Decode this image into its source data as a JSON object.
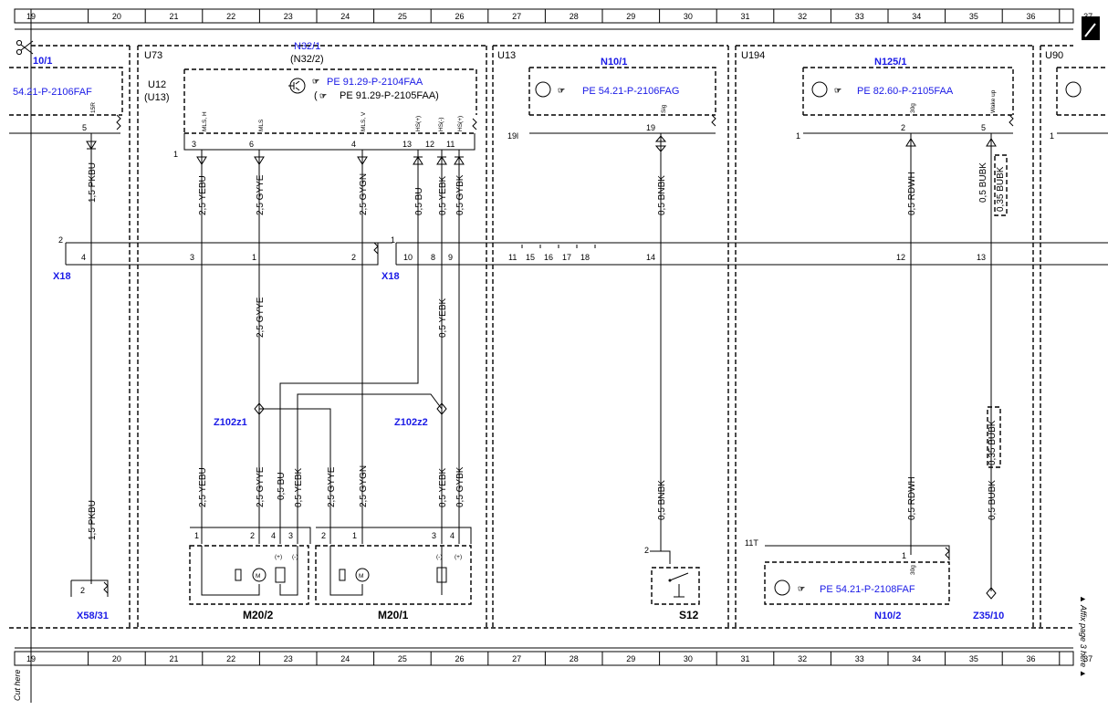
{
  "grid": {
    "top_numbers": [
      "19",
      "20",
      "21",
      "22",
      "23",
      "24",
      "25",
      "26",
      "27",
      "28",
      "29",
      "30",
      "31",
      "32",
      "33",
      "34",
      "35",
      "36",
      "37"
    ],
    "bottom_numbers": [
      "19",
      "20",
      "21",
      "22",
      "23",
      "24",
      "25",
      "26",
      "27",
      "28",
      "29",
      "30",
      "31",
      "32",
      "33",
      "34",
      "35",
      "36",
      "37"
    ]
  },
  "margin_notes": {
    "cut_here": "Cut here",
    "affix": "▲ Affix page 3 here ▲"
  },
  "sections": {
    "left": "10/1",
    "u73": "U73",
    "n32_1": "N32/1",
    "n32_2": "(N32/2)",
    "u12": "U12",
    "u13p": "(U13)",
    "u13": "U13",
    "n10_1": "N10/1",
    "u194": "U194",
    "n125_1": "N125/1",
    "u90": "U90"
  },
  "refs": {
    "left": "54.21-P-2106FAF",
    "n32a": "PE 91.29-P-2104FAA",
    "n32b_open": "(",
    "n32b": "PE 91.29-P-2105FAA)",
    "n10_1": "PE 54.21-P-2106FAG",
    "n125_1": "PE 82.60-P-2105FAA",
    "n10_2": "PE 54.21-P-2108FAF"
  },
  "pins": {
    "left_15r": "15R",
    "left_5": "5",
    "n32_1": "1",
    "n32_3": "3",
    "n32_6": "6",
    "n32_4": "4",
    "n32_13": "13",
    "n32_12": "12",
    "n32_11": "11",
    "n32_mlsh": "MLS, H",
    "n32_mls": "MLS",
    "n32_mlsv": "MLS, V",
    "n32_hsp": "HS(+)",
    "n32_hsm": "HS(-)",
    "n32_hsp2": "HS(+)",
    "n10_19l": "19l",
    "n10_19": "19",
    "n10_sig": "Sig",
    "n125_1": "1",
    "n125_2": "2",
    "n125_5": "5",
    "n125_30g": "30g",
    "n125_wake": "Wake up",
    "u90_1": "1"
  },
  "wires": {
    "w_pkbu_top": "1,5 PKBU",
    "w_yebu_top": "2,5 YEBU",
    "w_gyye_top": "2,5 GYYE",
    "w_gygn_top": "2,5 GYGN",
    "w_bu_top": "0,5 BU",
    "w_yebk_top": "0,5 YEBK",
    "w_gybk_top": "0,5 GYBK",
    "w_bnbk_top": "0,5 BNBK",
    "w_rdwh_top": "0,5 RDWH",
    "w_bubk_top": "0,5 BUBK",
    "w_bubk035_top": "0,35 BUBK",
    "w_gyye_mid": "2,5 GYYE",
    "w_yebk_mid": "0,5 YEBK",
    "w_pkbu_bot": "1,5 PKBU",
    "w_yebu_bot": "2,5 YEBU",
    "w_gyye_bot1": "2,5 GYYE",
    "w_bu_bot": "0,5 BU",
    "w_yebk_bot1": "0,5 YEBK",
    "w_gyye_bot2": "2,5 GYYE",
    "w_gygn_bot": "2,5 GYGN",
    "w_yebk_bot2": "0,5 YEBK",
    "w_gybk_bot": "0,5 GYBK",
    "w_bnbk_bot": "0,5 BNBK",
    "w_rdwh_bot": "0,5 RDWH",
    "w_bubk035_bot": "0,35 BUBK",
    "w_bubk_bot": "0,5 BUBK"
  },
  "connectors": {
    "x18_left": "X18",
    "x18_right": "X18",
    "x18a_head": "2",
    "x18a_4": "4",
    "x18a_3": "3",
    "x18a_1": "1",
    "x18a_2": "2",
    "x18b_head": "1",
    "x18b_10": "10",
    "x18b_8": "8",
    "x18b_9": "9",
    "x18b_11": "11",
    "x18b_15": "15",
    "x18b_16": "16",
    "x18b_17": "17",
    "x18b_18": "18",
    "x18b_14": "14",
    "x18b_12": "12",
    "x18b_13": "13"
  },
  "components": {
    "z102z1": "Z102z1",
    "z102z2": "Z102z2",
    "m20_2": "M20/2",
    "m20_1": "M20/1",
    "s12": "S12",
    "n10_2": "N10/2",
    "z35_10": "Z35/10",
    "x58_31": "X58/31",
    "x58_2": "2",
    "m20_2_p1": "1",
    "m20_2_p2": "2",
    "m20_2_p4": "4",
    "m20_2_p3": "3",
    "m20_1_p2": "2",
    "m20_1_p1": "1",
    "m20_1_p3": "3",
    "m20_1_p4": "4",
    "s12_2": "2",
    "n10_2_11t": "11T",
    "n10_2_1": "1",
    "n10_2_30g": "30g",
    "plus": "(+)",
    "minus": "(-)",
    "plus2": "(+)",
    "minus2": "(-)",
    "m": "M",
    "m2": "M"
  },
  "icons": [
    "scissors-icon",
    "reference-hand-icon",
    "control-unit-icon",
    "page-corner-icon"
  ]
}
